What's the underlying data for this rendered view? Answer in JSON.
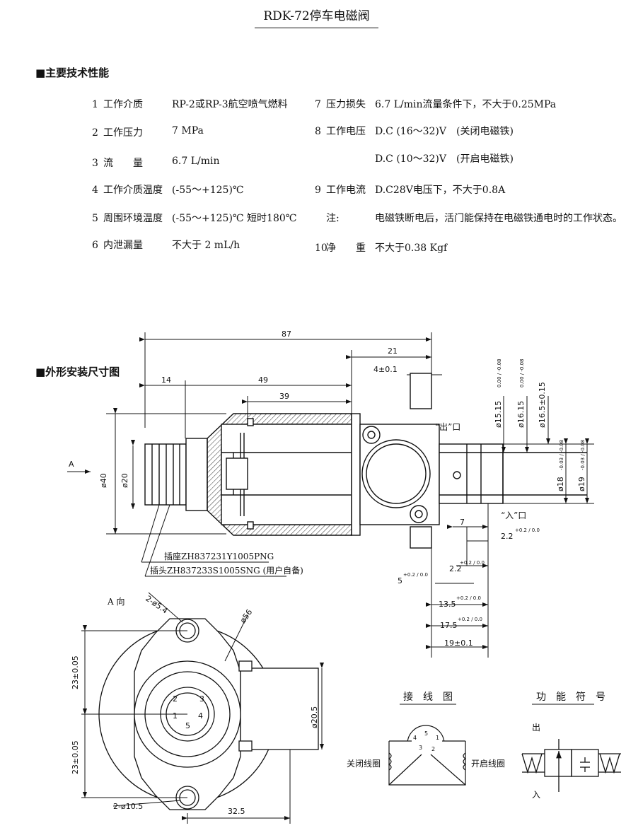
{
  "title": "RDK-72停车电磁阀",
  "section_specs": "■主要技术性能",
  "section_outline": "■外形安装尺寸图",
  "specs_left": [
    {
      "n": "1",
      "k": "工作介质",
      "v": "RP-2或RP-3航空喷气燃料"
    },
    {
      "n": "2",
      "k": "工作压力",
      "v": "7 MPa"
    },
    {
      "n": "3",
      "k": "流　　量",
      "v": "6.7 L/min"
    },
    {
      "n": "4",
      "k": "工作介质温度",
      "v": "(-55～+125)℃"
    },
    {
      "n": "5",
      "k": "周围环境温度",
      "v": "(-55～+125)℃ 短时180℃"
    },
    {
      "n": "6",
      "k": "内泄漏量",
      "v": "不大于 2 mL/h"
    }
  ],
  "specs_right": [
    {
      "n": "7",
      "k": "压力损失",
      "v": "6.7 L/min流量条件下，不大于0.25MPa"
    },
    {
      "n": "8",
      "k": "工作电压",
      "v": "D.C (16～32)V　(关闭电磁铁)"
    },
    {
      "n": "",
      "k": "",
      "v": "D.C (10～32)V　(开启电磁铁)"
    },
    {
      "n": "9",
      "k": "工作电流",
      "v": "D.C28V电压下，不大于0.8A"
    },
    {
      "n": "",
      "k": "注:",
      "v": "电磁铁断电后，活门能保持在电磁铁通电时的工作状态。"
    },
    {
      "n": "10",
      "k": "净　　重",
      "v": "不大于0.38 Kgf"
    }
  ],
  "dims": {
    "d87": "87",
    "d21": "21",
    "d4": "4±0.1",
    "d14": "14",
    "d49": "49",
    "d39": "39",
    "dA": "A",
    "d40": "ø40",
    "d20": "ø20",
    "d1515": "ø15.15",
    "d1515tol": "0.00 / -0.08",
    "d1615": "ø16.15",
    "d1615tol": "0.00 / -0.08",
    "d165": "ø16.5±0.15",
    "d18": "ø18",
    "d18tol": "-0.03 / -0.08",
    "d19": "ø19",
    "d19tol": "-0.03 / -0.08",
    "out": "“出”口",
    "in": "“入”口",
    "d7": "7",
    "d22a": "2.2",
    "d22atol": "+0.2 / 0.0",
    "d22b": "2.2",
    "d22btol": "+0.2 / 0.0",
    "d5": "5",
    "d5tol": "+0.2 / 0.0",
    "d135": "13.5",
    "d135tol": "+0.2 / 0.0",
    "d175": "17.5",
    "d175tol": "+0.2 / 0.0",
    "d19b": "19±0.1",
    "socket": "插座ZH837231Y1005PNG",
    "plug": "插头ZH837233S1005SNG (用户自备)"
  },
  "view_a": {
    "label": "A 向",
    "holes_top": "2-ø5.4",
    "d56": "ø56",
    "d23a": "23±0.05",
    "d23b": "23±0.05",
    "d205": "ø20.5",
    "holes_bot": "2-ø10.5",
    "d325": "32.5",
    "pins": [
      "1",
      "2",
      "3",
      "4",
      "5"
    ]
  },
  "wiring": {
    "title": "接　线　图",
    "close": "关闭线圈",
    "open": "开启线圈",
    "pins": [
      "1",
      "2",
      "3",
      "4",
      "5"
    ]
  },
  "symbol": {
    "title": "功　能　符　号",
    "out": "出",
    "in": "入"
  }
}
